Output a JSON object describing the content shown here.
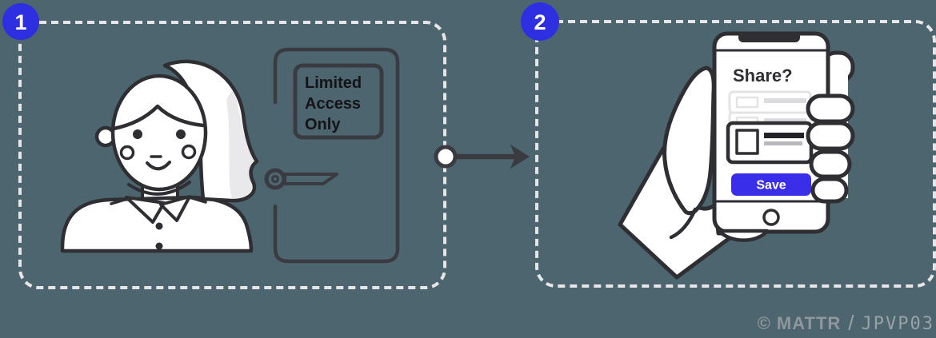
{
  "diagram_title": "two-step credential flow illustration",
  "panels": [
    {
      "badge_label": "1",
      "illustration": "woman standing beside a restricted door",
      "door_sign_lines": [
        "Limited",
        "Access",
        "Only"
      ]
    },
    {
      "badge_label": "2",
      "illustration": "hand holding phone with credential share prompt",
      "phone": {
        "title": "Share?",
        "save_button_label": "Save"
      }
    }
  ],
  "icons": {
    "connector": "right-arrow-with-origin-dot",
    "door_handle": "lever-handle",
    "phone_home": "home-button-circle"
  },
  "watermark": {
    "copyright": "© MATTR",
    "separator": "/",
    "code": "JPVP03"
  },
  "colors": {
    "background_color": "#4c656e",
    "panel_dash": "#e6e6e8",
    "badge_blue": "#2e2fe0",
    "save_blue": "#3b2ee9",
    "ink": "#2e2e33",
    "door_ink": "#3a3a41",
    "sign_text": "#141418",
    "faded_gray": "#e4e4e7",
    "faded_bar": "#dcdcdf",
    "mid_gray": "#b9b9bd",
    "black_bar": "#232327",
    "shadow_gray": "#e9e9eb",
    "white": "#ffffff",
    "watermark_gray": "#8f969c",
    "watermark_light": "#9aa1a7"
  }
}
